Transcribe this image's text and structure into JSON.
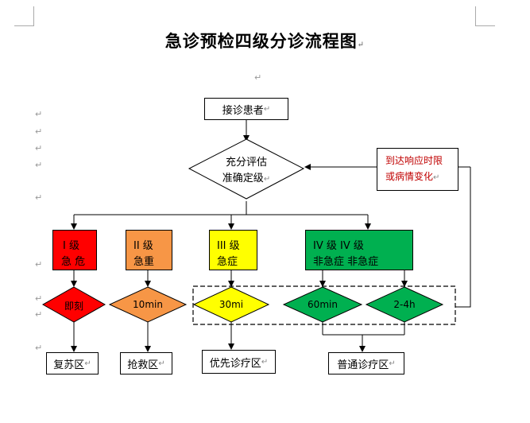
{
  "title": "急诊预检四级分诊流程图",
  "start": "接诊患者",
  "assess": {
    "line1": "充分评估",
    "line2": "准确定级"
  },
  "feedback": {
    "line1": "到达响应时限",
    "line2": "或病情变化",
    "color": "#c00000"
  },
  "levels": [
    {
      "line1": "I 级",
      "line2": "急  危",
      "color": "#ff0000"
    },
    {
      "line1": "II 级",
      "line2": "急重",
      "color": "#f79646"
    },
    {
      "line1": "III 级",
      "line2": "急症",
      "color": "#ffff00"
    },
    {
      "line1": "IV 级        IV 级",
      "line2": "非急症     非急症",
      "color": "#00b050"
    }
  ],
  "times": [
    {
      "label": "即刻",
      "color": "#ff0000"
    },
    {
      "label": "10min",
      "color": "#f79646"
    },
    {
      "label": "30mi",
      "color": "#ffff00"
    },
    {
      "label": "60min",
      "color": "#00b050"
    },
    {
      "label": "2-4h",
      "color": "#00b050"
    }
  ],
  "areas": [
    "复苏区",
    "抢救区",
    "优先诊疗区",
    "普通诊疗区"
  ],
  "paragraph_mark": "↵"
}
